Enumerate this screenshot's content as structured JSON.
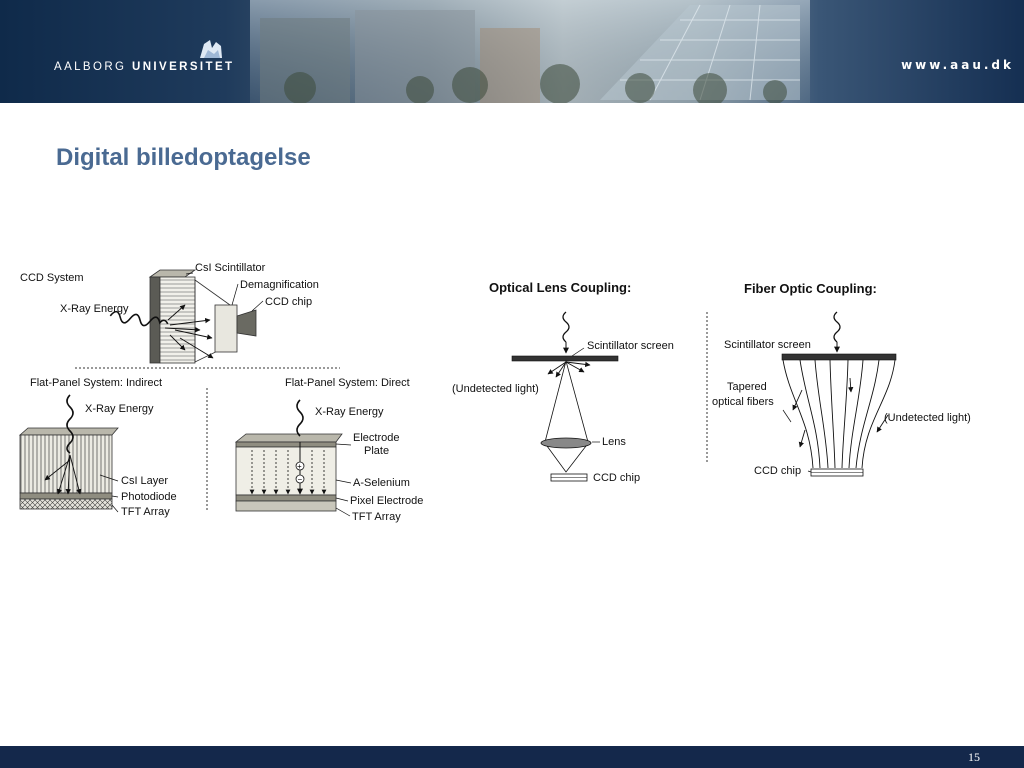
{
  "header": {
    "logo_prefix": "AALBORG",
    "logo_suffix": "UNIVERSITET",
    "website": "www.aau.dk"
  },
  "slide": {
    "title": "Digital billedoptagelse",
    "page_number": "15"
  },
  "diagram": {
    "ccd_system": {
      "title": "CCD System",
      "csi_scintillator": "CsI Scintillator",
      "demagnification": "Demagnification",
      "ccd_chip": "CCD chip",
      "xray_energy": "X-Ray Energy"
    },
    "indirect": {
      "title": "Flat-Panel System: Indirect",
      "xray_energy": "X-Ray Energy",
      "csi_layer": "CsI Layer",
      "photodiode": "Photodiode",
      "tft_array": "TFT Array"
    },
    "direct": {
      "title": "Flat-Panel System: Direct",
      "xray_energy": "X-Ray Energy",
      "electrode_line1": "Electrode",
      "electrode_line2": "Plate",
      "a_selenium": "A-Selenium",
      "pixel_electrode": "Pixel Electrode",
      "tft_array": "TFT Array"
    },
    "optical_lens": {
      "title": "Optical Lens Coupling:",
      "scintillator_screen": "Scintillator screen",
      "undetected_light": "(Undetected light)",
      "lens": "Lens",
      "ccd_chip": "CCD chip"
    },
    "fiber_optic": {
      "title": "Fiber Optic Coupling:",
      "scintillator_screen": "Scintillator screen",
      "tapered_line1": "Tapered",
      "tapered_line2": "optical fibers",
      "undetected_light": "(Undetected light)",
      "ccd_chip": "CCD chip"
    }
  }
}
